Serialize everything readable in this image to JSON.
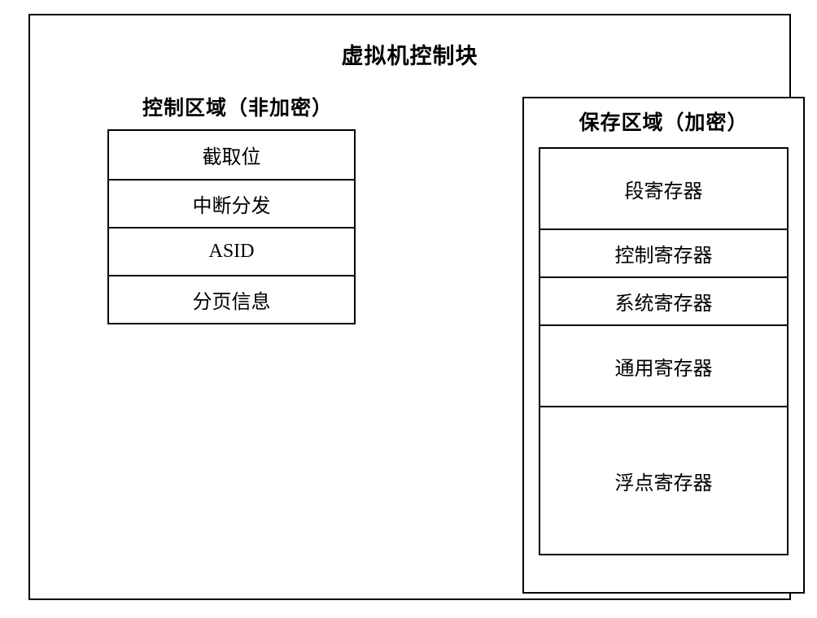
{
  "diagram": {
    "title": "虚拟机控制块",
    "control_section": {
      "heading": "控制区域（非加密）",
      "items": [
        "截取位",
        "中断分发",
        "ASID",
        "分页信息"
      ]
    },
    "save_section": {
      "heading": "保存区域（加密）",
      "items": [
        "段寄存器",
        "控制寄存器",
        "系统寄存器",
        "通用寄存器",
        "浮点寄存器"
      ]
    },
    "colors": {
      "line": "#000000",
      "background": "#ffffff",
      "text": "#000000"
    }
  }
}
